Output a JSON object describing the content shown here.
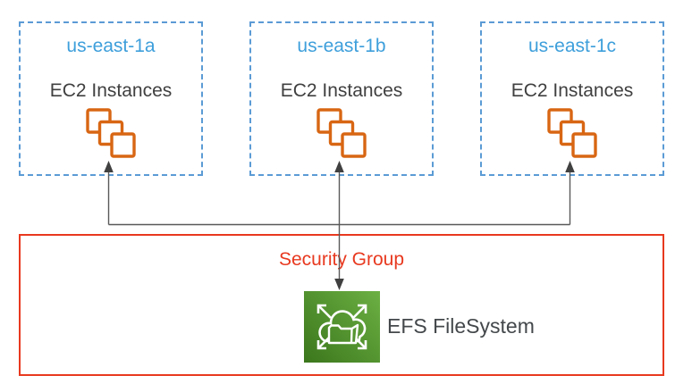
{
  "zones": [
    {
      "name": "us-east-1a",
      "instances_label": "EC2 Instances",
      "icon": "ec2-instances-icon"
    },
    {
      "name": "us-east-1b",
      "instances_label": "EC2 Instances",
      "icon": "ec2-instances-icon"
    },
    {
      "name": "us-east-1c",
      "instances_label": "EC2 Instances",
      "icon": "ec2-instances-icon"
    }
  ],
  "security_group": {
    "label": "Security Group"
  },
  "efs": {
    "label": "EFS FileSystem",
    "icon": "efs-filesystem-icon"
  },
  "connections": [
    {
      "from": "EFS FileSystem",
      "to": "EC2 Instances us-east-1a",
      "arrowheads": "up"
    },
    {
      "from": "EFS FileSystem",
      "to": "EC2 Instances us-east-1b",
      "arrowheads": "up-and-down"
    },
    {
      "from": "EFS FileSystem",
      "to": "EC2 Instances us-east-1c",
      "arrowheads": "up"
    }
  ],
  "colors": {
    "zone_border_blue": "#5B9BD5",
    "zone_title_blue": "#3E9FDB",
    "body_text_gray": "#404040",
    "ec2_icon_orange": "#D86613",
    "security_group_red": "#E8391F",
    "connector_gray": "#595959",
    "arrowhead_gray": "#404040",
    "efs_green_dark": "#3B761C",
    "efs_green_light": "#6CB043"
  }
}
